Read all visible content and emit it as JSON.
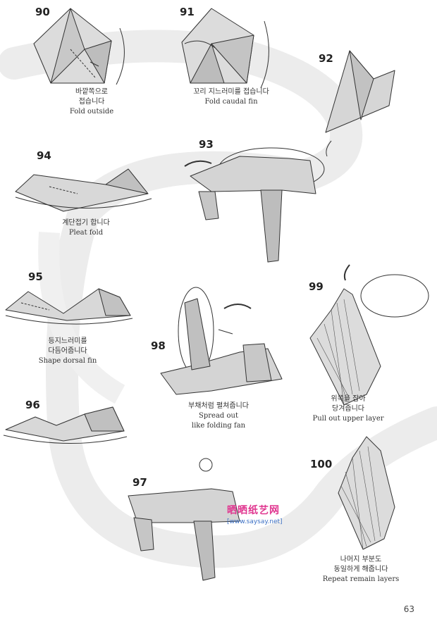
{
  "steps": [
    {
      "num": "90",
      "ko": [
        "바깥쪽으로",
        "접습니다"
      ],
      "en": [
        "Fold outside"
      ]
    },
    {
      "num": "91",
      "ko": [
        "꼬리 지느러미를 접습니다"
      ],
      "en": [
        "Fold caudal fin"
      ]
    },
    {
      "num": "92"
    },
    {
      "num": "93"
    },
    {
      "num": "94",
      "ko": [
        "계단접기 합니다"
      ],
      "en": [
        "Pleat fold"
      ]
    },
    {
      "num": "95",
      "ko": [
        "등지느러미를",
        "다듬어줍니다"
      ],
      "en": [
        "Shape dorsal fin"
      ]
    },
    {
      "num": "96"
    },
    {
      "num": "97"
    },
    {
      "num": "98",
      "ko": [
        "부채처럼 펼쳐줍니다"
      ],
      "en": [
        "Spread out",
        "like folding fan"
      ]
    },
    {
      "num": "99",
      "ko": [
        "위쪽을 잡아",
        "당겨줍니다"
      ],
      "en": [
        "Pull out upper layer"
      ]
    },
    {
      "num": "100",
      "ko": [
        "나머지 부분도",
        "동일하게 해줍니다"
      ],
      "en": [
        "Repeat remain layers"
      ]
    }
  ],
  "watermark": {
    "title": "晒晒纸艺网",
    "url": "[www.saysay.net]"
  },
  "page_number": "63",
  "colors": {
    "paper_fill": "#d8d8d8",
    "paper_dark": "#b9b9b9",
    "line": "#333333",
    "flow": "#e9e9e9",
    "watermark_pink": "#e0358f",
    "watermark_blue": "#3a6fc4"
  }
}
